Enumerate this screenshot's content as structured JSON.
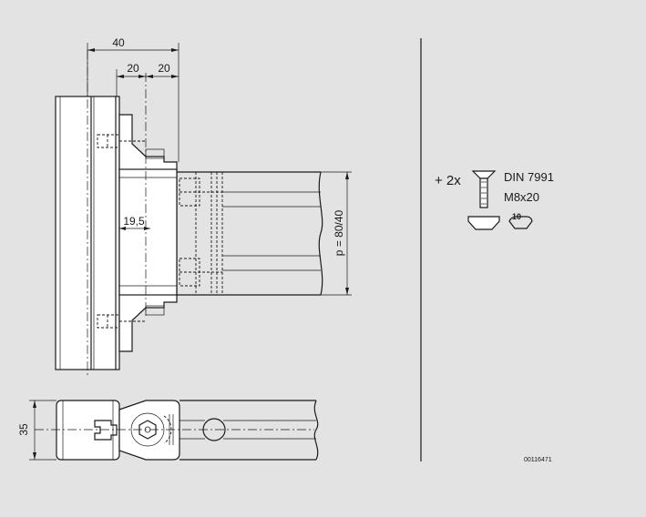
{
  "dimensions": {
    "width_total": "40",
    "width_left": "20",
    "width_right": "20",
    "inner_offset": "19,5",
    "pitch": "p = 80/40",
    "height_side": "35"
  },
  "parts": {
    "quantity": "+ 2x",
    "screw_standard": "DIN 7991",
    "screw_size": "M8x20",
    "wrench_size": "10"
  },
  "drawing_number": "00116471",
  "colors": {
    "background": "#e3e3e3",
    "line": "#1a1a1a",
    "part_fill": "#ffffff"
  }
}
